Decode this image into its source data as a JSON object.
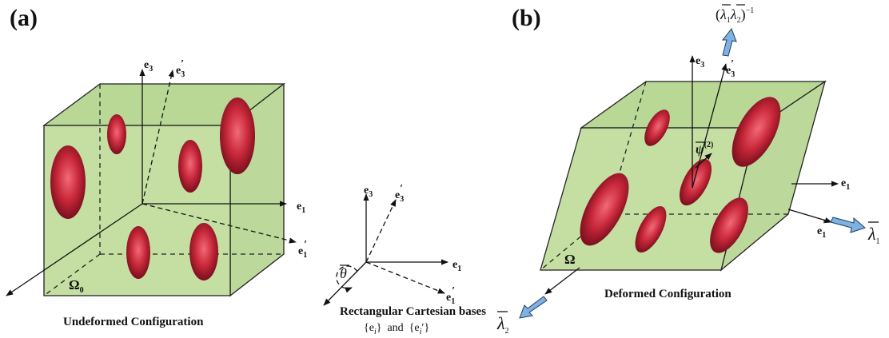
{
  "panel_a": {
    "tag": "(a)",
    "omega": "Ω",
    "omega_sub": "0",
    "caption": "Undeformed Configuration",
    "e3": "e",
    "e3_sub": "3",
    "e3p": "e",
    "e3p_sub": "3",
    "e1": "e",
    "e1_sub": "1",
    "e1p": "e",
    "e1p_sub": "1",
    "prime": "′"
  },
  "bases": {
    "e3": "e",
    "e3_sub": "3",
    "e3p": "e",
    "e3p_sub": "3",
    "e1": "e",
    "e1_sub": "1",
    "e1p": "e",
    "e1p_sub": "1",
    "theta": "θ",
    "caption_line1": "Rectangular Cartesian bases",
    "caption_line2_a": "{e",
    "caption_line2_a_sub": "i",
    "caption_line2_mid": "}  and  {e",
    "caption_line2_b_sub": "i",
    "caption_line2_end": "′}"
  },
  "panel_b": {
    "tag": "(b)",
    "omega": "Ω",
    "caption": "Deformed Configuration",
    "e3": "e",
    "e3_sub": "3",
    "e3p": "e",
    "e3p_sub": "3",
    "e1": "e",
    "e1_sub": "1",
    "e1p": "e",
    "e1p_sub": "1",
    "psi": "ψ",
    "psi_sup": "(2)",
    "lambda": "λ",
    "lambda1_sub": "1",
    "lambda2_sub": "2",
    "top_open": "(",
    "top_close": ")",
    "top_exp": "−1"
  },
  "colors": {
    "box_fill": "#c5dfa3",
    "inclusion": "#c8283a",
    "inclusion_highlight": "#f06070",
    "stretch_arrow": "#7fb2e0"
  }
}
